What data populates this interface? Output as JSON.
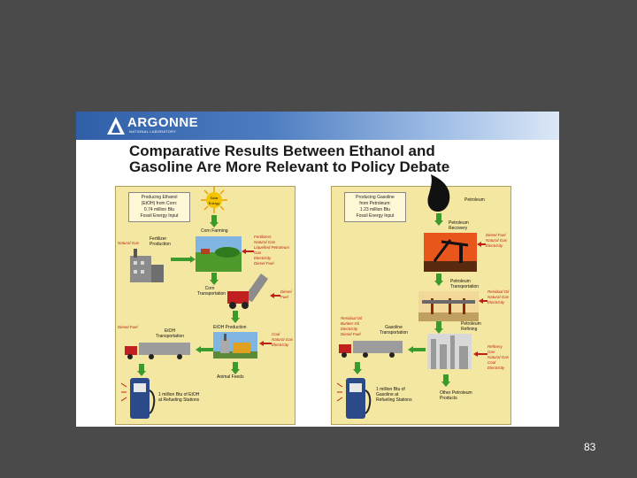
{
  "slide": {
    "logo": {
      "name": "ARGONNE",
      "subtext": "NATIONAL LABORATORY"
    },
    "title_line1": "Comparative Results Between Ethanol and",
    "title_line2": "Gasoline Are More Relevant to Policy Debate"
  },
  "ethanol_panel": {
    "intro_box": [
      "Producing Ethanol",
      "(EtOH) from Corn:",
      "0.74 million Btu",
      "Fossil Energy Input"
    ],
    "solar_label": [
      "Solar",
      "Energy"
    ],
    "stages": {
      "corn_farming": "Corn Farming",
      "fertilizer": [
        "Fertilizer",
        "Production"
      ],
      "corn_transport": [
        "Corn",
        "Transportation"
      ],
      "etoh_transport": [
        "EtOH",
        "Transportation"
      ],
      "etoh_production": "EtOH Production",
      "animal_feeds": "Animal Feeds",
      "output": [
        "1 million Btu of EtOH",
        "at Refueling Stations"
      ]
    },
    "inputs": {
      "fertilizer": "Natural Gas",
      "corn_farming": [
        "Fertilizers",
        "Natural Gas",
        "Liquefied Petroleum Gas",
        "Electricity",
        "Diesel Fuel"
      ],
      "corn_transport": [
        "Diesel",
        "Fuel"
      ],
      "etoh_transport": "Diesel Fuel",
      "etoh_production": [
        "Coal",
        "Natural Gas",
        "Electricity"
      ]
    }
  },
  "gasoline_panel": {
    "intro_box": [
      "Producing Gasoline",
      "from Petroleum:",
      "1.23 million Btu",
      "Fossil Energy Input"
    ],
    "stages": {
      "petroleum": "Petroleum",
      "recovery": [
        "Petroleum",
        "Recovery"
      ],
      "transport": [
        "Petroleum",
        "Transportation"
      ],
      "refining": [
        "Petroleum",
        "Refining"
      ],
      "gasoline_transport": [
        "Gasoline",
        "Transportation"
      ],
      "output": [
        "1 million Btu of",
        "Gasoline at",
        "Refueling Stations"
      ],
      "other_products": [
        "Other Petroleum",
        "Products"
      ]
    },
    "inputs": {
      "recovery": [
        "Diesel Fuel",
        "Natural Gas",
        "Electricity"
      ],
      "transport": [
        "Residual Oil",
        "Natural Gas",
        "Electricity"
      ],
      "gasoline_transport": [
        "Residual Oil",
        "Bunker Oil",
        "Electricity",
        "Diesel Fuel"
      ],
      "refining": [
        "Refinery Gas",
        "Natural Gas",
        "Coal",
        "Electricity"
      ]
    }
  },
  "page_number": "83",
  "colors": {
    "background": "#4a4a4a",
    "panel": "#f4e7a2",
    "arrow": "#3a9a2a",
    "input_label": "#c0201a"
  }
}
